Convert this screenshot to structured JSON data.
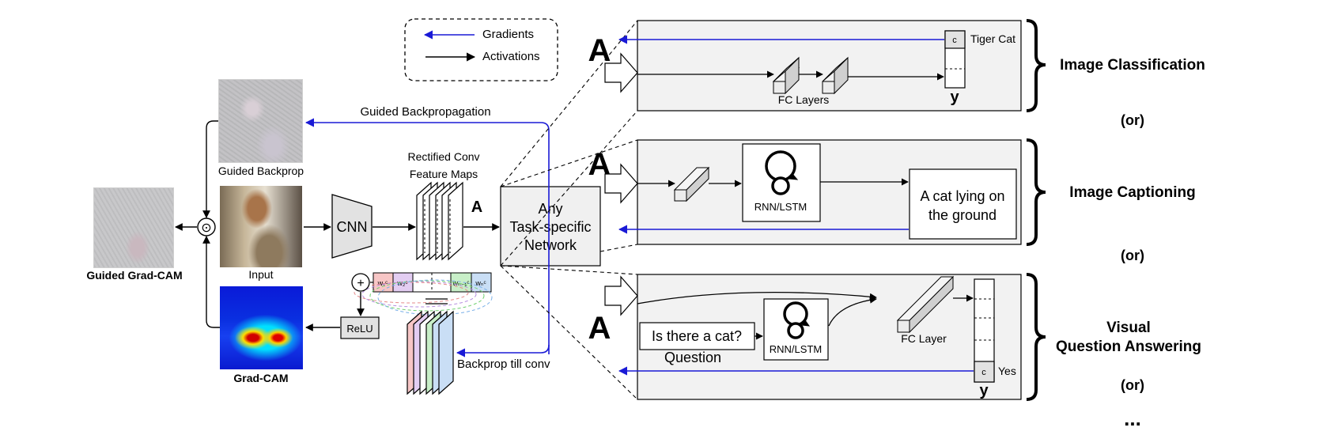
{
  "legend": {
    "gradients_label": "Gradients",
    "activations_label": "Activations"
  },
  "left": {
    "guided_backprop_caption": "Guided Backprop",
    "input_caption": "Input",
    "guided_gradcam_caption": "Guided Grad-CAM",
    "gradcam_caption": "Grad-CAM",
    "cnn_label": "CNN",
    "relu_label": "ReLU",
    "plus_symbol": "+",
    "dot_symbol": "⊙",
    "guided_backprop_arrow_label": "Guided Backpropagation",
    "backprop_till_conv_label": "Backprop till conv",
    "conv_maps_label_line1": "Rectified Conv",
    "conv_maps_label_line2": "Feature Maps",
    "feature_map_symbol": "A",
    "weights": [
      "w₁ᶜ",
      "w₂ᶜ",
      "wₙ₋₁ᶜ",
      "wₙᶜ"
    ],
    "weight_colors": [
      "#f7c6c6",
      "#e3cdf2",
      "#c8efc8",
      "#c9def5"
    ]
  },
  "network": {
    "line1": "Any",
    "line2": "Task-specific",
    "line3": "Network"
  },
  "panels": {
    "classification": {
      "input_symbol": "A",
      "fc_label": "FC Layers",
      "class_cell": "c",
      "class_name": "Tiger Cat",
      "output_symbol": "y",
      "task": "Image Classification"
    },
    "captioning": {
      "input_symbol": "A",
      "rnn_label": "RNN/LSTM",
      "caption_line1": "A cat lying on",
      "caption_line2": "the ground",
      "task": "Image Captioning"
    },
    "vqa": {
      "input_symbol": "A",
      "question_text": "Is there a cat?",
      "question_label": "Question",
      "rnn_label": "RNN/LSTM",
      "fc_label": "FC Layer",
      "answer_cell": "c",
      "answer_name": "Yes",
      "output_symbol": "y",
      "task_line1": "Visual",
      "task_line2": "Question Answering"
    }
  },
  "separators": [
    "(or)",
    "(or)",
    "(or)"
  ],
  "ellipsis": "...",
  "colors": {
    "gradient_arrow": "#1a1ad6",
    "activation_arrow": "#000000",
    "panel_bg": "#f2f2f2",
    "box_gray": "#e2e2e2"
  }
}
